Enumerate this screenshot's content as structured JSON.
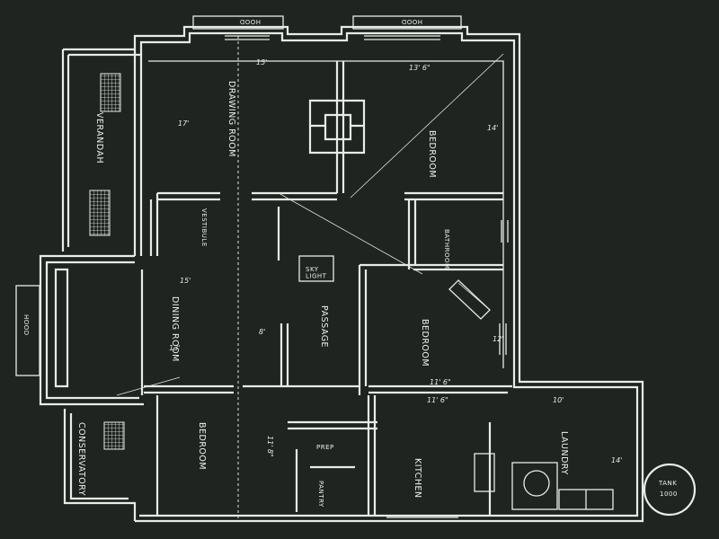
{
  "rooms": {
    "verandah": "VERANDAH",
    "drawing_room": "DRAWING ROOM",
    "bedroom_top_right": "BEDROOM",
    "vestibule": "VESTIBULE",
    "bathroom": "BATHROOM",
    "sky_light": "SKY\nLIGHT",
    "dining_room": "DINING ROOM",
    "passage": "PASSAGE",
    "bedroom_middle": "BEDROOM",
    "hood_left": "HOOD",
    "hood_top_left": "HOOD",
    "hood_top_right": "HOOD",
    "conservatory": "CONSERVATORY",
    "bedroom_bottom": "BEDROOM",
    "prep": "PREP",
    "pantry": "PANTRY",
    "kitchen": "KITCHEN",
    "laundry": "LAUNDRY",
    "tank": "TANK",
    "tank_capacity": "1000"
  },
  "dimensions": {
    "drawing_room_width": "15'",
    "bedroom_top_width": "13' 6\"",
    "drawing_room_depth": "17'",
    "bedroom_top_depth": "14'",
    "dining_room_width": "15'",
    "passage_width": "8'",
    "bedroom_middle_width": "11' 6\"",
    "bedroom_middle_depth": "12'",
    "kitchen_width": "11' 6\"",
    "laundry_width": "10'",
    "prep_depth": "11' 8\"",
    "laundry_depth": "14'",
    "dining_room_depth": "13'"
  }
}
